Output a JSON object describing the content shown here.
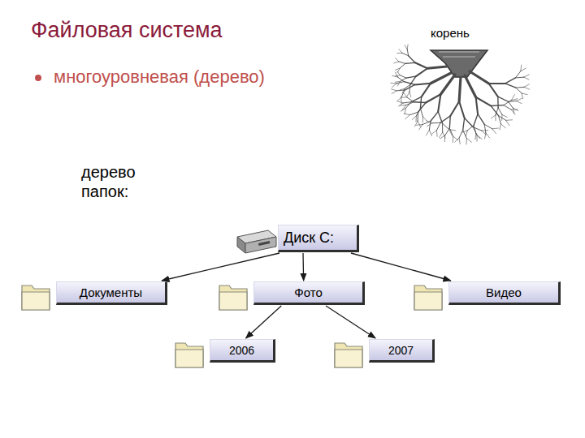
{
  "diagram": {
    "title": "Файловая система",
    "nodes": [
      {
        "text": [
          "Диск C:"
        ]
      },
      {
        "text": [
          "Документы"
        ]
      },
      {
        "text": [
          "Фото"
        ]
      },
      {
        "text": [
          "Видео"
        ]
      },
      {
        "text": [
          "2006"
        ]
      },
      {
        "text": [
          "2007"
        ]
      }
    ],
    "edges": [
      {
        "from": 0,
        "to": 1,
        "arrow": "to"
      },
      {
        "from": 0,
        "to": 2,
        "arrow": "to"
      },
      {
        "from": 0,
        "to": 3,
        "arrow": "to"
      },
      {
        "from": 2,
        "to": 4,
        "arrow": "to"
      },
      {
        "from": 2,
        "to": 5,
        "arrow": "to"
      }
    ],
    "labels": [
      "многоуровневая (дерево)",
      "корень",
      "дерево папок:"
    ]
  }
}
